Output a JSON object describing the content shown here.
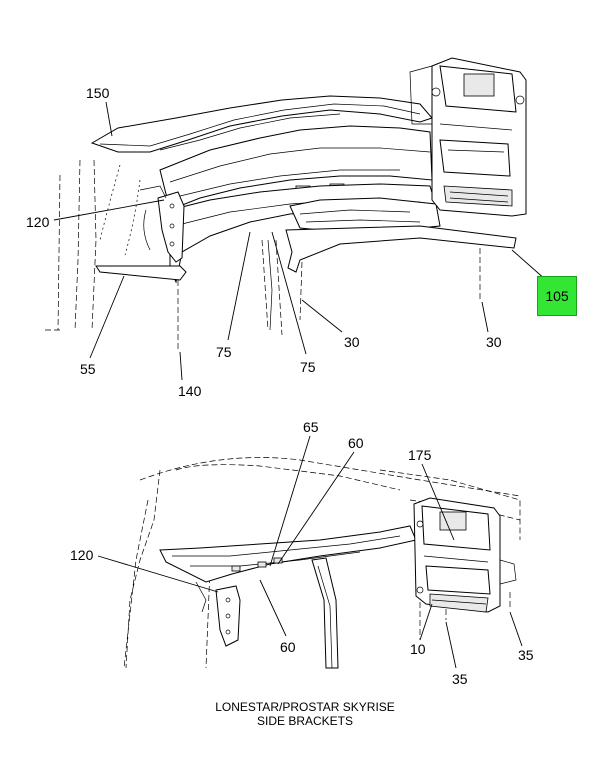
{
  "diagram": {
    "callouts_top": {
      "c150": "150",
      "c120": "120",
      "c55": "55",
      "c140": "140",
      "c75a": "75",
      "c75b": "75",
      "c30a": "30",
      "c30b": "30",
      "c105": "105"
    },
    "callouts_bottom": {
      "c65": "65",
      "c60a": "60",
      "c175": "175",
      "c120": "120",
      "c60b": "60",
      "c10": "10",
      "c35a": "35",
      "c35b": "35"
    },
    "caption": {
      "line1": "LONESTAR/PROSTAR SKYRISE",
      "line2": "SIDE BRACKETS"
    },
    "highlight_color": "#33e633"
  }
}
